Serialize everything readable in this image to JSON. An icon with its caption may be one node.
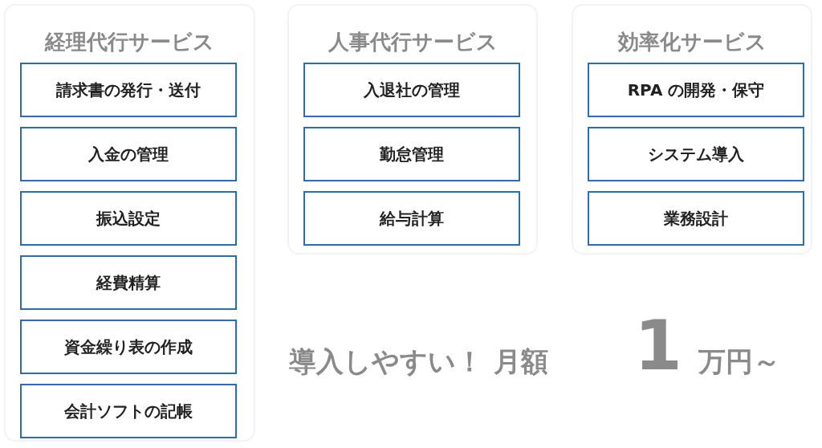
{
  "diagram": {
    "nodes": [
      {
        "text": [
          "経理代行サービス"
        ]
      },
      {
        "text": [
          "請求書の発行・送付"
        ],
        "in": 0
      },
      {
        "text": [
          "入金の管理"
        ],
        "in": 0
      },
      {
        "text": [
          "振込設定"
        ],
        "in": 0
      },
      {
        "text": [
          "経費精算"
        ],
        "in": 0
      },
      {
        "text": [
          "資金繰り表の作成"
        ],
        "in": 0
      },
      {
        "text": [
          "会計ソフトの記帳"
        ],
        "in": 0
      },
      {
        "text": [
          "人事代行サービス"
        ]
      },
      {
        "text": [
          "入退社の管理"
        ],
        "in": 7
      },
      {
        "text": [
          "勤怠管理"
        ],
        "in": 7
      },
      {
        "text": [
          "給与計算"
        ],
        "in": 7
      },
      {
        "text": [
          "効率化サービス"
        ]
      },
      {
        "text": [
          "RPA の開発・保守"
        ],
        "in": 11
      },
      {
        "text": [
          "システム導入"
        ],
        "in": 11
      },
      {
        "text": [
          "業務設計"
        ],
        "in": 11
      }
    ],
    "labels": [
      "導入しやすい！",
      "月額",
      "1",
      "万円～"
    ]
  }
}
